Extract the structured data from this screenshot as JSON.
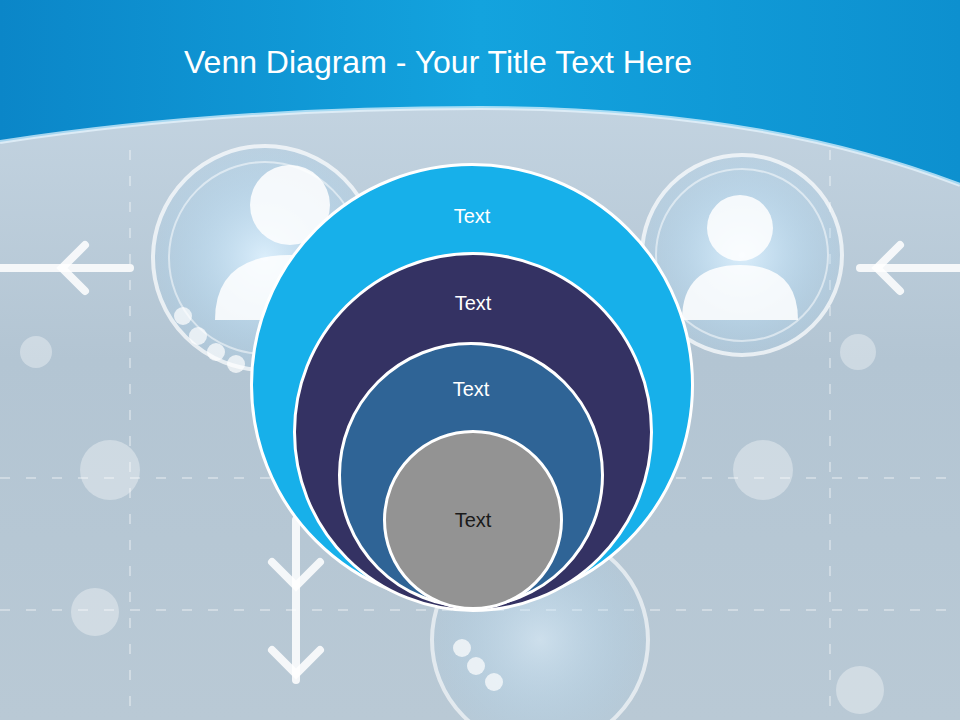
{
  "diagram": {
    "title": "Venn Diagram - Your Title Text Here",
    "nodes": [
      {
        "text": [
          "Text"
        ]
      },
      {
        "text": [
          "Text"
        ],
        "in": 0
      },
      {
        "text": [
          "Text"
        ],
        "in": 1
      },
      {
        "text": [
          "Text"
        ],
        "in": 2
      }
    ]
  }
}
